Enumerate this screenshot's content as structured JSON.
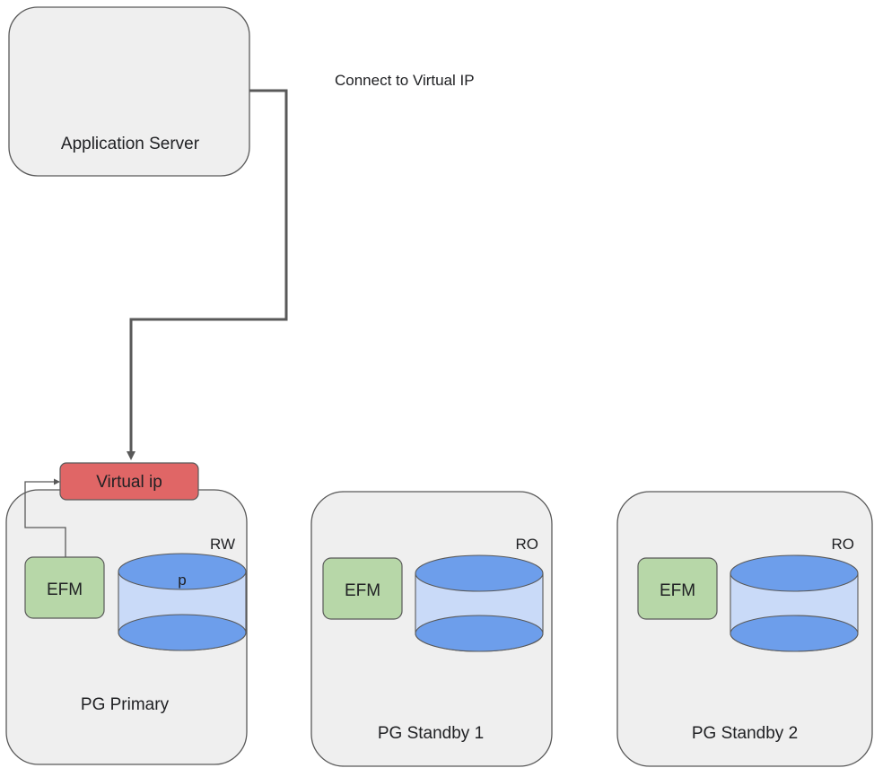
{
  "diagram": {
    "app_server": {
      "label": "Application Server"
    },
    "connection": {
      "label": "Connect to Virtual IP"
    },
    "virtual_ip": {
      "label": "Virtual ip"
    },
    "nodes": [
      {
        "label": "PG Primary",
        "mode": "RW",
        "agent": "EFM",
        "db_label": "p"
      },
      {
        "label": "PG Standby 1",
        "mode": "RO",
        "agent": "EFM",
        "db_label": ""
      },
      {
        "label": "PG Standby 2",
        "mode": "RO",
        "agent": "EFM",
        "db_label": ""
      }
    ],
    "colors": {
      "box_fill": "#efefef",
      "efm_fill": "#b7d7a8",
      "virtual_ip_fill": "#e06666",
      "db_body": "#c9daf8",
      "db_cap": "#6d9eeb",
      "line": "#595959"
    }
  }
}
